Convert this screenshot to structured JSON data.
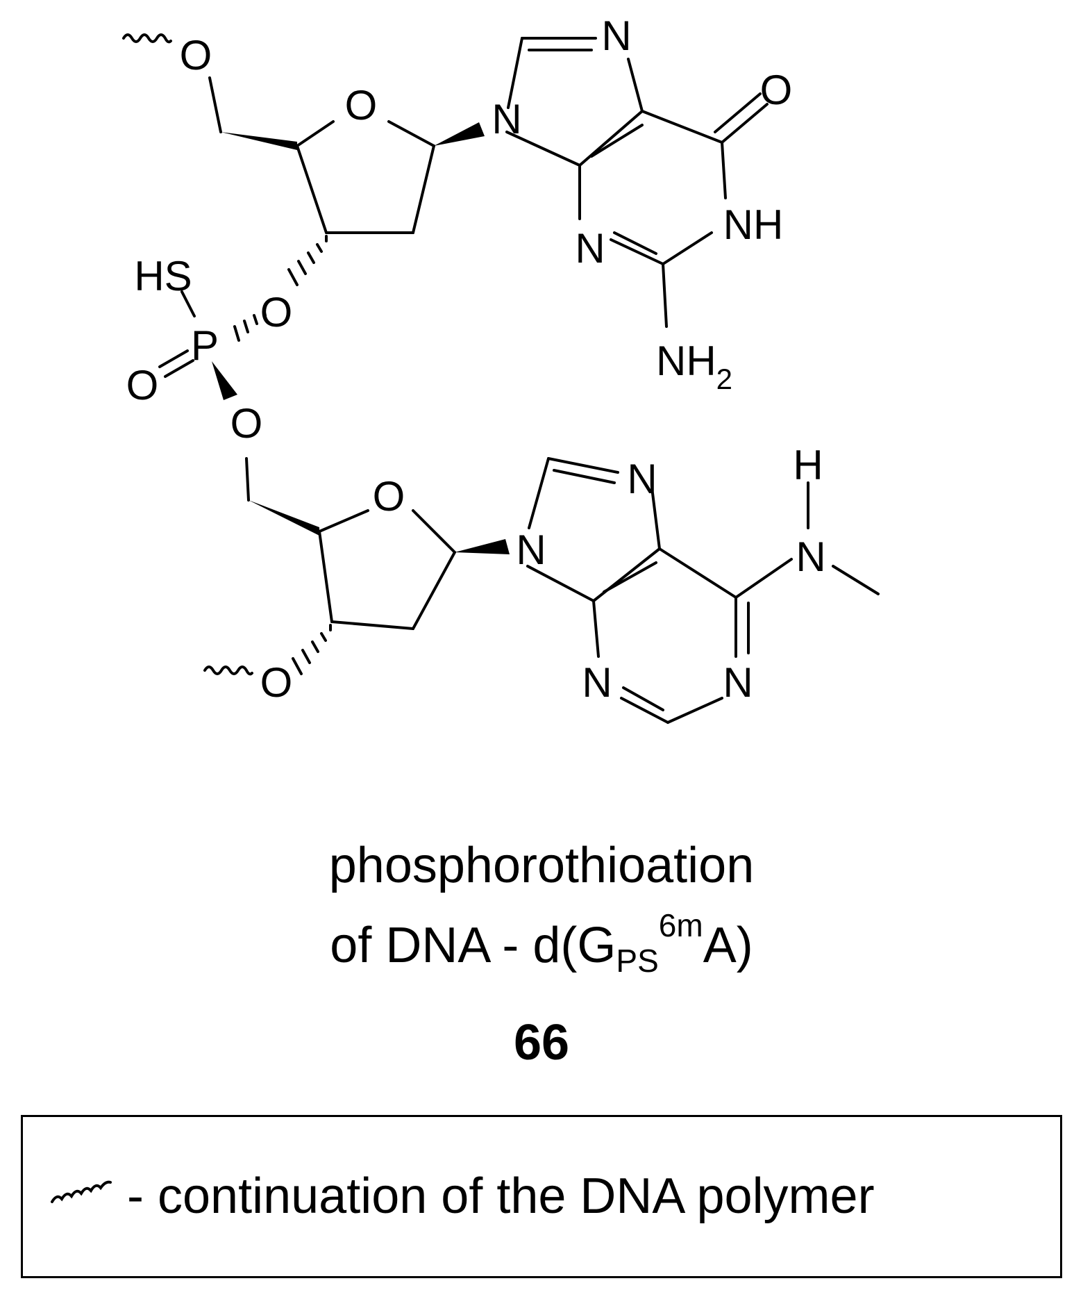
{
  "atoms": {
    "o5_top": "O",
    "o_ring_top": "O",
    "n9_g": "N",
    "n7_g": "N",
    "o6_g": "O",
    "nh1_g": "NH",
    "n3_g": "N",
    "nh2_g": "NH",
    "nh2_sub": "2",
    "hs": "HS",
    "p": "P",
    "o3_top": "O",
    "o_double": "O",
    "o5_bot": "O",
    "o_ring_bot": "O",
    "n9_a": "N",
    "n7_a": "N",
    "h_nme": "H",
    "n6_a": "N",
    "n1_a": "N",
    "n3_a": "N",
    "o3_bot": "O"
  },
  "caption": {
    "line1": "phosphorothioation",
    "line2_prefix": "of DNA - d(G",
    "line2_sub": "PS",
    "line2_sup": "6m",
    "line2_suffix": "A)",
    "compound_number": "66"
  },
  "legend": {
    "text": "- continuation of the DNA polymer"
  }
}
